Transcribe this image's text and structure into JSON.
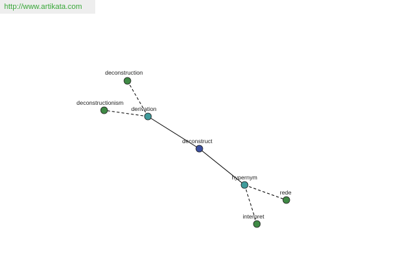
{
  "watermark": {
    "url": "http://www.artikata.com"
  },
  "colors": {
    "center": "#3b4fa0",
    "relation": "#3f9b9b",
    "leaf": "#3f8a45",
    "outline": "#222222",
    "edge": "#000000"
  },
  "graph": {
    "nodes": [
      {
        "id": "deconstruct",
        "label": "deconstruct",
        "kind": "center"
      },
      {
        "id": "derivation",
        "label": "derivation",
        "kind": "relation"
      },
      {
        "id": "hypernym",
        "label": "hypernym",
        "kind": "relation"
      },
      {
        "id": "deconstruction",
        "label": "deconstruction",
        "kind": "leaf"
      },
      {
        "id": "deconstructionism",
        "label": "deconstructionism",
        "kind": "leaf"
      },
      {
        "id": "rede",
        "label": "rede",
        "kind": "leaf"
      },
      {
        "id": "interpret",
        "label": "interpret",
        "kind": "leaf"
      }
    ],
    "edges": [
      {
        "from": "deconstruct",
        "to": "derivation",
        "style": "solid"
      },
      {
        "from": "deconstruct",
        "to": "hypernym",
        "style": "solid"
      },
      {
        "from": "derivation",
        "to": "deconstruction",
        "style": "dashed"
      },
      {
        "from": "derivation",
        "to": "deconstructionism",
        "style": "dashed"
      },
      {
        "from": "hypernym",
        "to": "rede",
        "style": "dashed"
      },
      {
        "from": "hypernym",
        "to": "interpret",
        "style": "dashed"
      }
    ]
  }
}
